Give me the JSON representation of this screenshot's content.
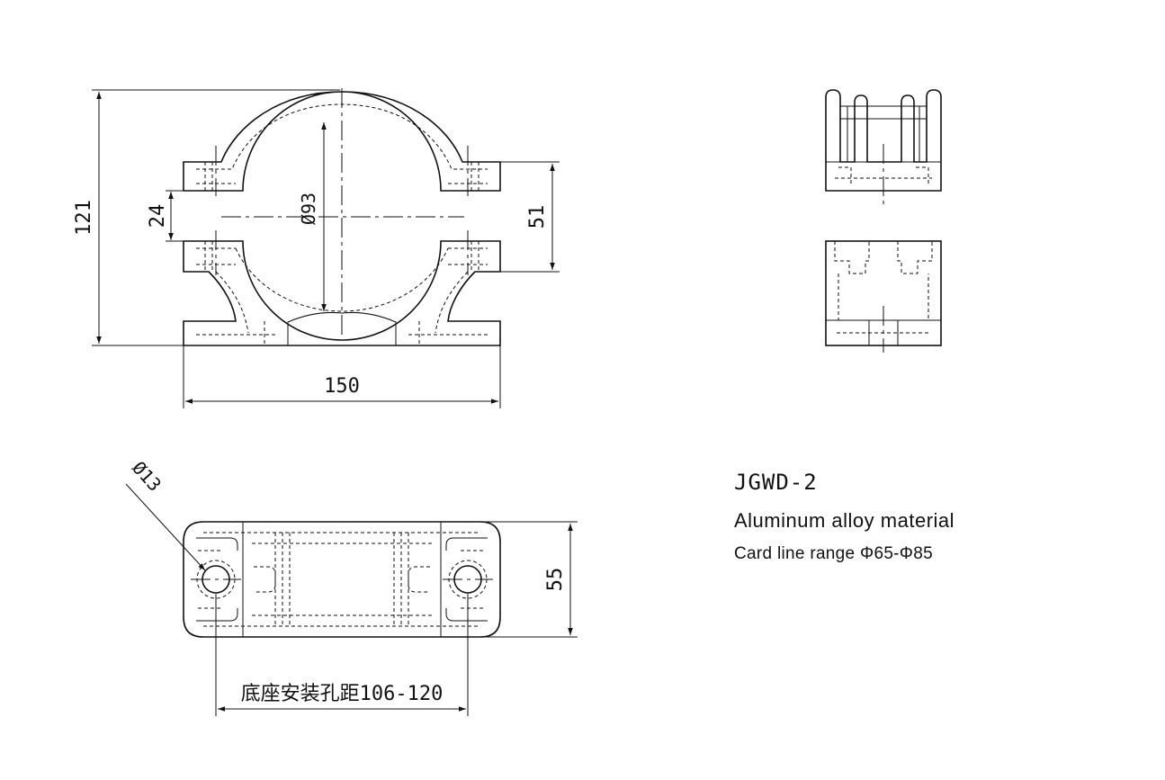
{
  "drawing": {
    "front_view": {
      "height_label": "121",
      "gap_label": "24",
      "diameter_label": "Ø93",
      "clamp_height_label": "51",
      "width_label": "150"
    },
    "bottom_view": {
      "hole_label": "Ø13",
      "depth_label": "55",
      "spacing_label": "底座安装孔距106-120"
    }
  },
  "info": {
    "model": "JGWD-2",
    "material": "Aluminum alloy material",
    "range": "Card line range Φ65-Φ85"
  }
}
